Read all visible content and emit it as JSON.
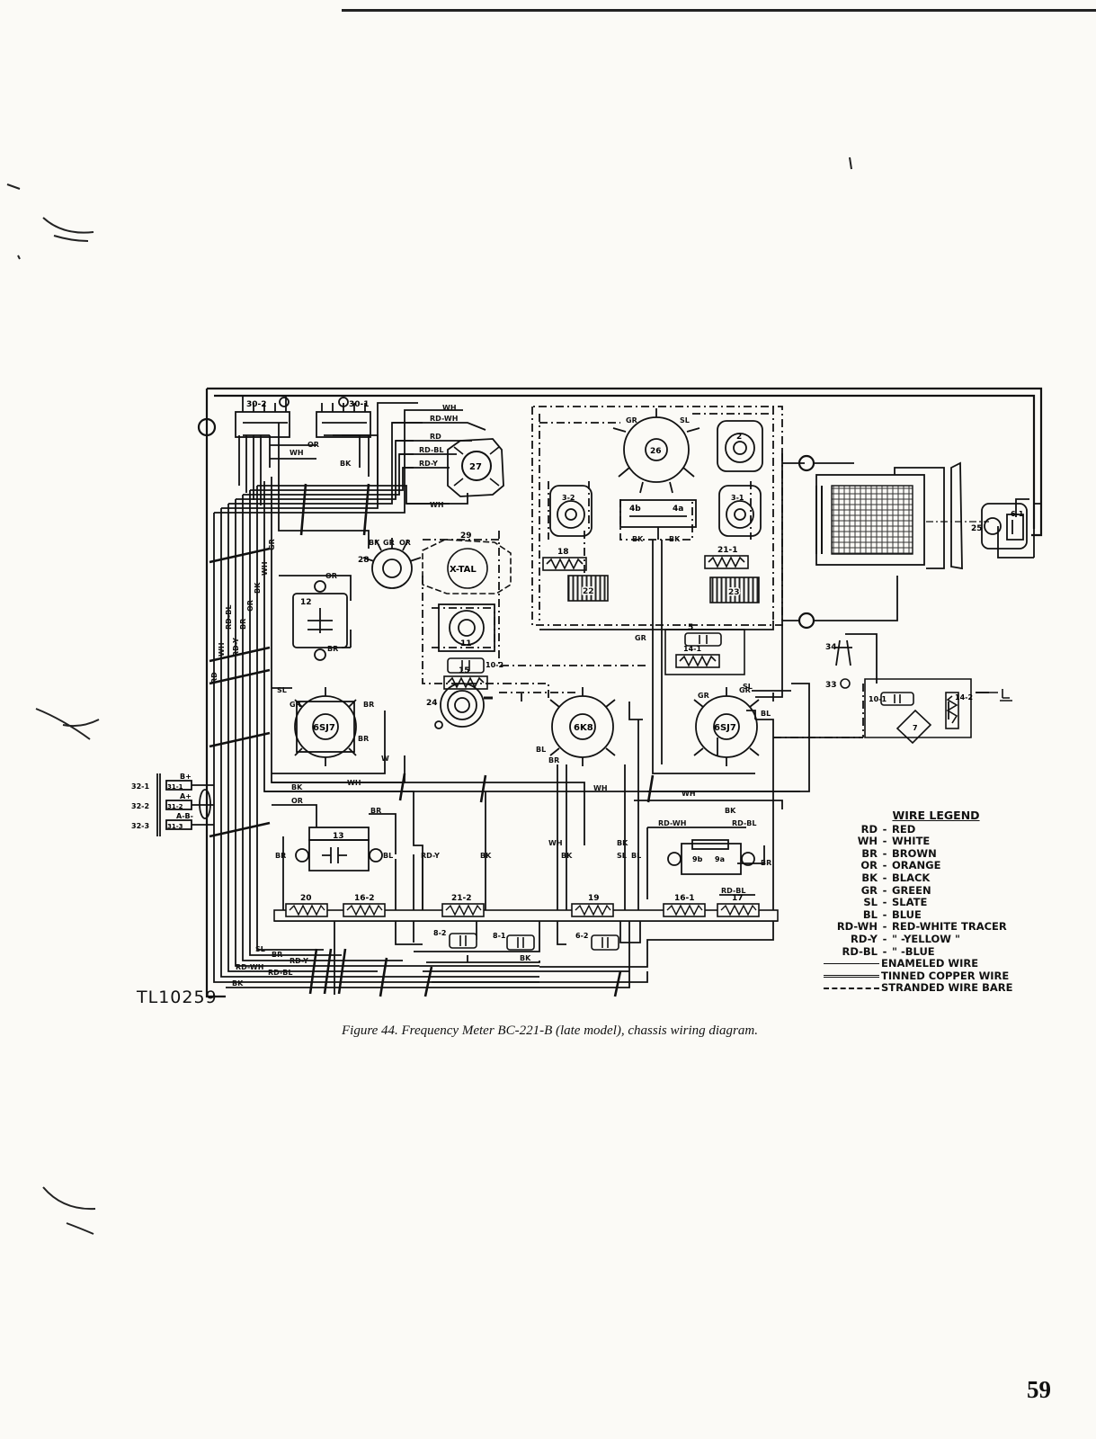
{
  "page": {
    "caption": "Figure 44. Frequency Meter BC-221-B (late model), chassis wiring diagram.",
    "page_number": "59",
    "drawing_code": "TL10259"
  },
  "legend": {
    "title": "WIRE LEGEND",
    "entries": [
      {
        "code": "RD",
        "meaning": "RED"
      },
      {
        "code": "WH",
        "meaning": "WHITE"
      },
      {
        "code": "BR",
        "meaning": "BROWN"
      },
      {
        "code": "OR",
        "meaning": "ORANGE"
      },
      {
        "code": "BK",
        "meaning": "BLACK"
      },
      {
        "code": "GR",
        "meaning": "GREEN"
      },
      {
        "code": "SL",
        "meaning": "SLATE"
      },
      {
        "code": "BL",
        "meaning": "BLUE"
      },
      {
        "code": "RD-WH",
        "meaning": "RED-WHITE TRACER"
      },
      {
        "code": "RD-Y",
        "meaning": "\" -YELLOW \""
      },
      {
        "code": "RD-BL",
        "meaning": "\" -BLUE"
      }
    ],
    "line_types": [
      "ENAMELED WIRE",
      "TINNED COPPER WIRE",
      "STRANDED WIRE BARE"
    ]
  },
  "components": {
    "tubes": [
      "6SJ7",
      "6K8",
      "6SJ7"
    ],
    "crystal": "X-TAL",
    "crystal_ref": "29",
    "sockets": [
      "26",
      "27",
      "28",
      "2",
      "3-2",
      "3-1",
      "4b",
      "4a",
      "11",
      "25",
      "6-1"
    ],
    "resistors": [
      "18",
      "21-1",
      "15",
      "14-1",
      "14-2",
      "20",
      "16-2",
      "21-2",
      "19",
      "16-1",
      "17"
    ],
    "capacitors": [
      "12",
      "13",
      "5",
      "10-1",
      "10-2",
      "8-2",
      "8-1",
      "6-2",
      "9b",
      "9a",
      "7"
    ],
    "coils": [
      "22",
      "23",
      "24"
    ],
    "switch": "34",
    "ground_post": "33",
    "terminal_strips": [
      "30-2",
      "30-1"
    ],
    "battery_plugs": [
      "32-1",
      "32-2",
      "32-3"
    ],
    "battery_jacks": [
      "31-1",
      "31-2",
      "31-3"
    ],
    "battery_labels": [
      "B+",
      "A+",
      "A-B-"
    ]
  },
  "wire_labels": {
    "top": [
      "WH",
      "RD-WH",
      "RD",
      "RD-BL",
      "RD-Y",
      "OR",
      "WH",
      "BK",
      "WH",
      "BK",
      "GR",
      "OR",
      "GR",
      "SL",
      "BK",
      "BK",
      "GR"
    ],
    "left_bundle": [
      "RD",
      "WH",
      "RD-BL",
      "RD-Y",
      "BR",
      "OR",
      "BK",
      "WH",
      "GR"
    ],
    "middle": [
      "OR",
      "BR",
      "SL",
      "GR",
      "BR",
      "BR",
      "W",
      "WH",
      "BK",
      "OR",
      "BR",
      "BR",
      "BL",
      "RD-Y",
      "BK",
      "WH",
      "BK",
      "SL",
      "BL",
      "BK",
      "BL",
      "BR",
      "GR",
      "SL",
      "BL",
      "WH",
      "WH",
      "BK",
      "RD-WH",
      "RD-BL",
      "BR",
      "RD-BL",
      "GR"
    ],
    "bottom": [
      "SL",
      "BR",
      "RD-Y",
      "RD-WH",
      "RD-BL",
      "BK",
      "BK"
    ]
  }
}
